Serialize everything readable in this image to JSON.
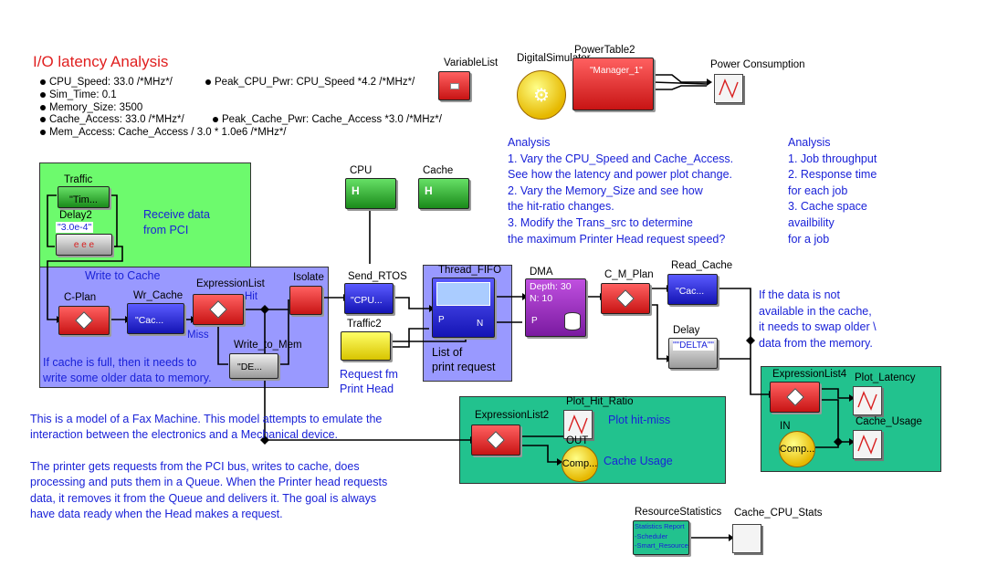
{
  "title": "I/O latency Analysis",
  "params": {
    "cpu_speed": "CPU_Speed: 33.0  /*MHz*/",
    "peak_cpu": "Peak_CPU_Pwr: CPU_Speed *4.2 /*MHz*/",
    "sim_time": "Sim_Time: 0.1",
    "memory_size": "Memory_Size: 3500",
    "cache_access": "Cache_Access: 33.0 /*MHz*/",
    "peak_cache": "Peak_Cache_Pwr: Cache_Access *3.0 /*MHz*/",
    "mem_access": "Mem_Access: Cache_Access / 3.0 * 1.0e6  /*MHz*/"
  },
  "top_blocks": {
    "variable_list": "VariableList",
    "digital_simulator": "DigitalSimulator",
    "power_table": "PowerTable2",
    "power_table_value": "\"Manager_1\"",
    "power_consumption": "Power Consumption"
  },
  "analysis1": {
    "heading": "Analysis",
    "lines": [
      "1. Vary the CPU_Speed and Cache_Access.",
      "See how the latency and power plot change.",
      "2. Vary the Memory_Size and see how",
      "the hit-ratio changes.",
      "3. Modify the Trans_src to determine",
      "the maximum Printer Head request speed?"
    ]
  },
  "analysis2": {
    "heading": "Analysis",
    "lines": [
      "1. Job throughput",
      "2. Response time",
      "for each job",
      "3. Cache space",
      "availbility",
      "for a job"
    ]
  },
  "receive_region": {
    "traffic": "Traffic",
    "traffic_value": "\"Tim...",
    "delay2": "Delay2",
    "delay2_value": "\"3.0e-4\"",
    "label_line1": "Receive data",
    "label_line2": "from PCI"
  },
  "cache_region": {
    "title": "Write to Cache",
    "c_plan": "C-Plan",
    "wr_cache": "Wr_Cache",
    "wr_cache_value": "\"Cac...",
    "expression_list": "ExpressionList",
    "hit": "Hit",
    "miss": "Miss",
    "write_to_mem": "Write_to_Mem",
    "write_to_mem_value": "\"DE...",
    "isolate": "Isolate",
    "note_line1": "If cache is full, then it needs to",
    "note_line2": "write some older data to memory."
  },
  "cpu_label": "CPU",
  "cache_label": "Cache",
  "send_rtos": "Send_RTOS",
  "send_rtos_value": "\"CPU...",
  "traffic2": "Traffic2",
  "request_line1": "Request fm",
  "request_line2": "Print Head",
  "fifo": {
    "title": "Thread_FIFO",
    "port_p": "P",
    "port_n": "N",
    "label_line1": "List of",
    "label_line2": "print request"
  },
  "dma": {
    "title": "DMA",
    "depth": "Depth: 30",
    "n": "N: 10",
    "port_p": "P"
  },
  "c_m_plan": "C_M_Plan",
  "read_cache": "Read_Cache",
  "read_cache_value": "\"Cac...",
  "delay": "Delay",
  "delay_value": "\"\"DELTA\"\"",
  "swap_note": [
    "If the data is not",
    "available in the cache,",
    "it needs to swap older \\",
    "data from the memory."
  ],
  "latency_region": {
    "expression_list4": "ExpressionList4",
    "plot_latency": "Plot_Latency",
    "cache_usage": "Cache_Usage",
    "in_label": "IN",
    "comp": "Comp..."
  },
  "hit_region": {
    "expression_list2": "ExpressionList2",
    "plot_hit_ratio": "Plot_Hit_Ratio",
    "plot_hit_miss": "Plot hit-miss",
    "out_label": "OUT",
    "comp": "Comp...",
    "cache_usage": "Cache Usage"
  },
  "description": {
    "para1_line1": "This is a model of a Fax Machine. This model attempts to emulate the",
    "para1_line2": "interaction between the electronics and a Mechanical device.",
    "para2_line1": "The printer gets requests from the PCI bus, writes to cache, does",
    "para2_line2": "processing and puts them in a Queue.  When the Printer head requests",
    "para2_line3": "data, it removes it from the Queue and delivers it.  The goal is always",
    "para2_line4": "have data ready when the Head makes a request."
  },
  "stats": {
    "resource_statistics": "ResourceStatistics",
    "report_line1": "Statistics Report",
    "report_line2": "-Scheduler",
    "report_line3": "-Smart_Resource",
    "cache_cpu_stats": "Cache_CPU_Stats"
  }
}
